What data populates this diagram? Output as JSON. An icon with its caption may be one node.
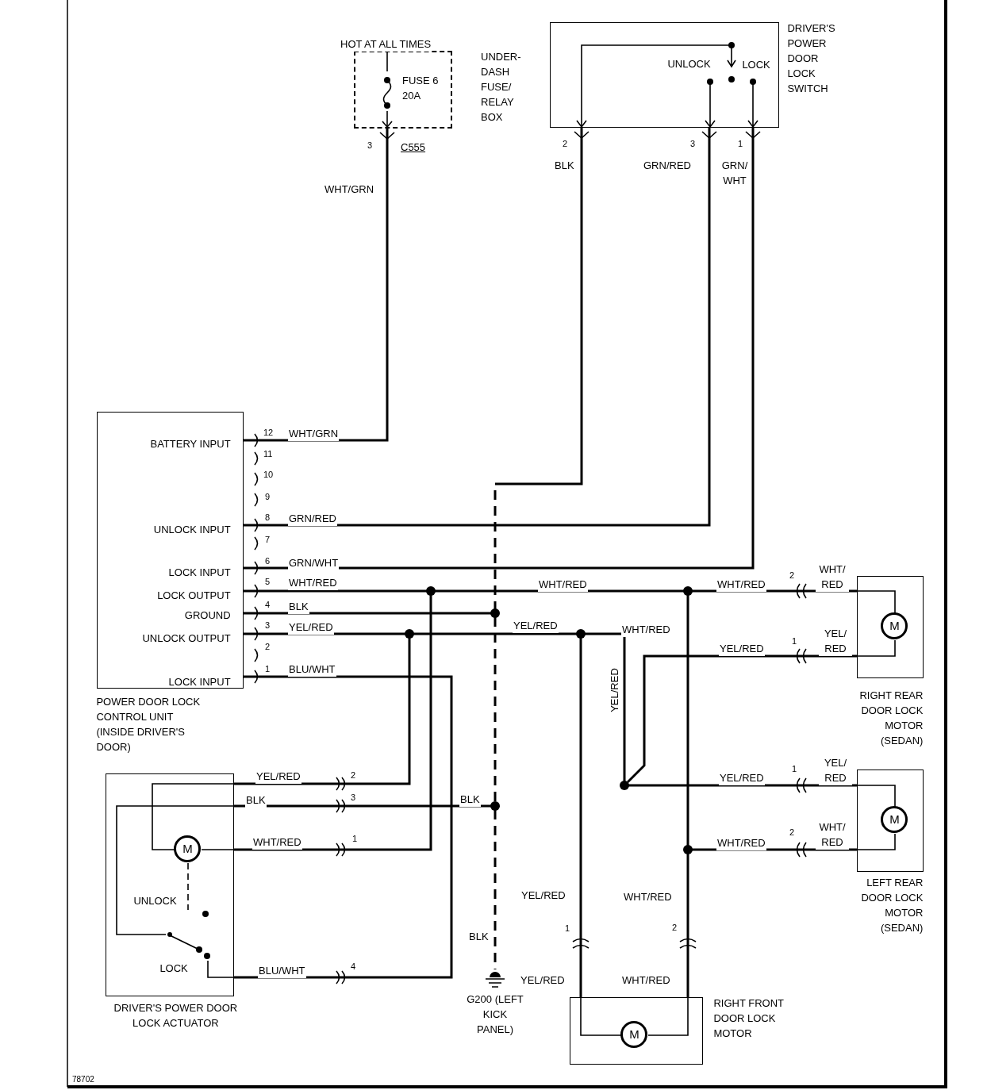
{
  "diagram": {
    "nodes": [
      {
        "text": [
          "UNDER- DASH FUSE/ RELAY BOX"
        ]
      },
      {
        "text": [
          "FUSE 6 20A"
        ],
        "in": 0
      },
      {
        "text": [
          "UNLOCK",
          "LOCK",
          "DRIVER'S POWER DOOR LOCK SWITCH"
        ]
      },
      {
        "text": [
          "BATTERY INPUT",
          "UNLOCK INPUT",
          "LOCK INPUT",
          "LOCK OUTPUT",
          "GROUND",
          "UNLOCK OUTPUT",
          "LOCK INPUT",
          "POWER DOOR LOCK CONTROL UNIT (INSIDE DRIVER'S DOOR)"
        ]
      },
      {
        "text": [
          "RIGHT REAR DOOR LOCK MOTOR (SEDAN)"
        ]
      },
      {
        "text": [
          "M"
        ],
        "in": 4
      },
      {
        "text": [
          "LEFT REAR DOOR LOCK MOTOR (SEDAN)"
        ]
      },
      {
        "text": [
          "M"
        ],
        "in": 6
      },
      {
        "text": [
          "UNLOCK",
          "LOCK",
          "DRIVER'S POWER DOOR LOCK ACTUATOR"
        ]
      },
      {
        "text": [
          "M"
        ],
        "in": 8
      },
      {
        "text": [
          "G200 (LEFT KICK PANEL)"
        ]
      },
      {
        "text": [
          "RIGHT FRONT DOOR LOCK MOTOR"
        ]
      },
      {
        "text": [
          "M"
        ],
        "in": 11
      },
      {
        "text": [],
        "shape": "circle"
      },
      {
        "text": [],
        "shape": "circle"
      },
      {
        "text": [],
        "shape": "circle"
      },
      {
        "text": [],
        "shape": "circle"
      },
      {
        "text": [],
        "shape": "circle"
      },
      {
        "text": [],
        "shape": "circle"
      },
      {
        "text": [],
        "shape": "circle"
      },
      {
        "text": [],
        "shape": "circle"
      },
      {
        "text": [],
        "shape": "switch",
        "in": 8
      }
    ],
    "edges": [
      {
        "from": 0,
        "to": 3,
        "arrow": "other",
        "label": "WHT/GRN"
      },
      {
        "from": 2,
        "to": 15,
        "arrow": "other",
        "label": "BLK"
      },
      {
        "from": 2,
        "to": 3,
        "arrow": "other",
        "label": "GRN/RED"
      },
      {
        "from": 2,
        "to": 3,
        "arrow": "other",
        "label": "GRN/ WHT"
      },
      {
        "from": 3,
        "to": 13,
        "arrow": "none",
        "label": "WHT/RED"
      },
      {
        "from": 13,
        "to": 14,
        "arrow": "none",
        "label": "WHT/RED"
      },
      {
        "from": 14,
        "to": 4,
        "arrow": "none",
        "label": "WHT/RED"
      },
      {
        "from": 3,
        "to": 15,
        "arrow": "none",
        "label": "BLK"
      },
      {
        "from": 3,
        "to": 16,
        "arrow": "none",
        "label": "YEL/RED"
      },
      {
        "from": 16,
        "to": 17,
        "arrow": "none",
        "label": "YEL/RED"
      },
      {
        "from": 17,
        "to": 18,
        "arrow": "none",
        "label": "YEL/RED"
      },
      {
        "from": 18,
        "to": 4,
        "arrow": "none",
        "label": "YEL/RED"
      },
      {
        "from": 18,
        "to": 6,
        "arrow": "none",
        "label": "YEL/RED"
      },
      {
        "from": 14,
        "to": 20,
        "arrow": "none"
      },
      {
        "from": 20,
        "to": 6,
        "arrow": "none",
        "label": "WHT/RED"
      },
      {
        "from": 13,
        "to": 8,
        "arrow": "none",
        "label": "WHT/RED"
      },
      {
        "from": 16,
        "to": 8,
        "arrow": "none",
        "label": "YEL/RED"
      },
      {
        "from": 8,
        "to": 19,
        "arrow": "none",
        "label": "BLK"
      },
      {
        "from": 15,
        "to": 19,
        "arrow": "none",
        "style": "dashed"
      },
      {
        "from": 19,
        "to": 10,
        "arrow": "none",
        "style": "dashed",
        "label": "BLK"
      },
      {
        "from": 3,
        "to": 8,
        "arrow": "none",
        "label": "BLU/WHT"
      },
      {
        "from": 17,
        "to": 11,
        "arrow": "none",
        "label": "YEL/RED"
      },
      {
        "from": 20,
        "to": 11,
        "arrow": "none",
        "label": "WHT/RED"
      },
      {
        "from": 4,
        "to": 5,
        "arrow": "none"
      },
      {
        "from": 4,
        "to": 5,
        "arrow": "none"
      },
      {
        "from": 6,
        "to": 7,
        "arrow": "none"
      },
      {
        "from": 6,
        "to": 7,
        "arrow": "none"
      },
      {
        "from": 8,
        "to": 9,
        "arrow": "none"
      },
      {
        "from": 8,
        "to": 9,
        "arrow": "none"
      },
      {
        "from": 8,
        "to": 21,
        "arrow": "none"
      },
      {
        "from": 21,
        "to": 8,
        "arrow": "none"
      },
      {
        "from": 9,
        "to": 21,
        "arrow": "none",
        "style": "dashed"
      },
      {
        "from": 11,
        "to": 12,
        "arrow": "none"
      },
      {
        "from": 11,
        "to": 12,
        "arrow": "none"
      },
      {
        "from": 0,
        "to": 1,
        "arrow": "none"
      },
      {
        "from": 1,
        "to": 0,
        "arrow": "to"
      }
    ],
    "labels": [
      "HOT AT ALL TIMES",
      "3",
      "C555",
      "2",
      "3",
      "1",
      "12",
      "WHT/GRN",
      "11",
      "10",
      "9",
      "8",
      "GRN/RED",
      "7",
      "6",
      "GRN/WHT",
      "5",
      "4",
      "3",
      "2",
      "1",
      "2",
      "WHT/ RED",
      "WHT/RED",
      "1",
      "YEL/ RED",
      "2",
      "1",
      "YEL/ RED",
      "3",
      "BLK",
      "1",
      "2",
      "WHT/ RED",
      "1",
      "2",
      "4",
      "BLU/WHT",
      "YEL/RED",
      "WHT/RED",
      "78702"
    ]
  }
}
